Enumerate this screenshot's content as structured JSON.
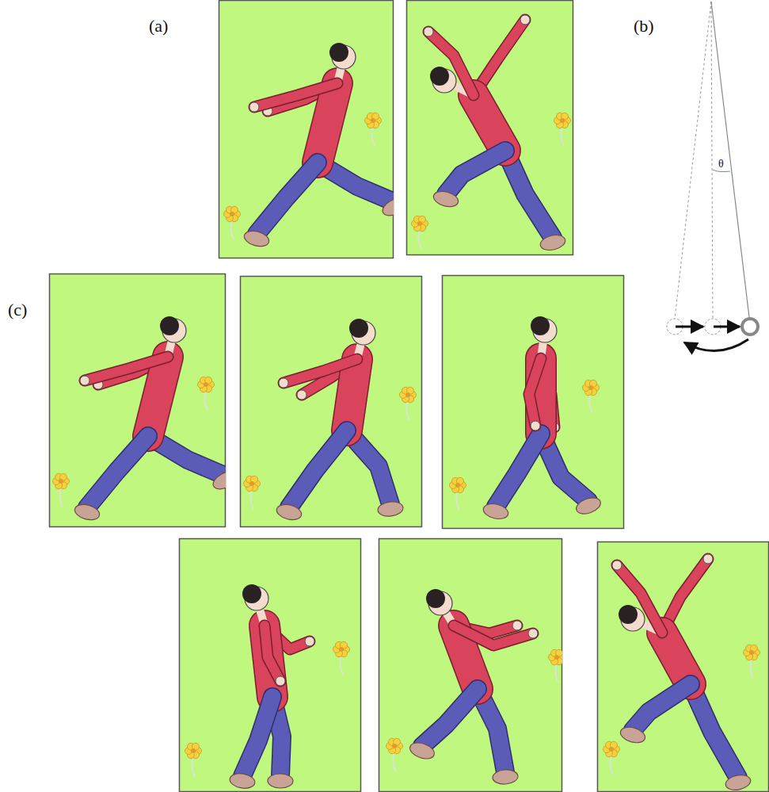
{
  "diagram": {
    "labels": [
      "(a)",
      "(b)",
      "(c)",
      "θ"
    ]
  }
}
